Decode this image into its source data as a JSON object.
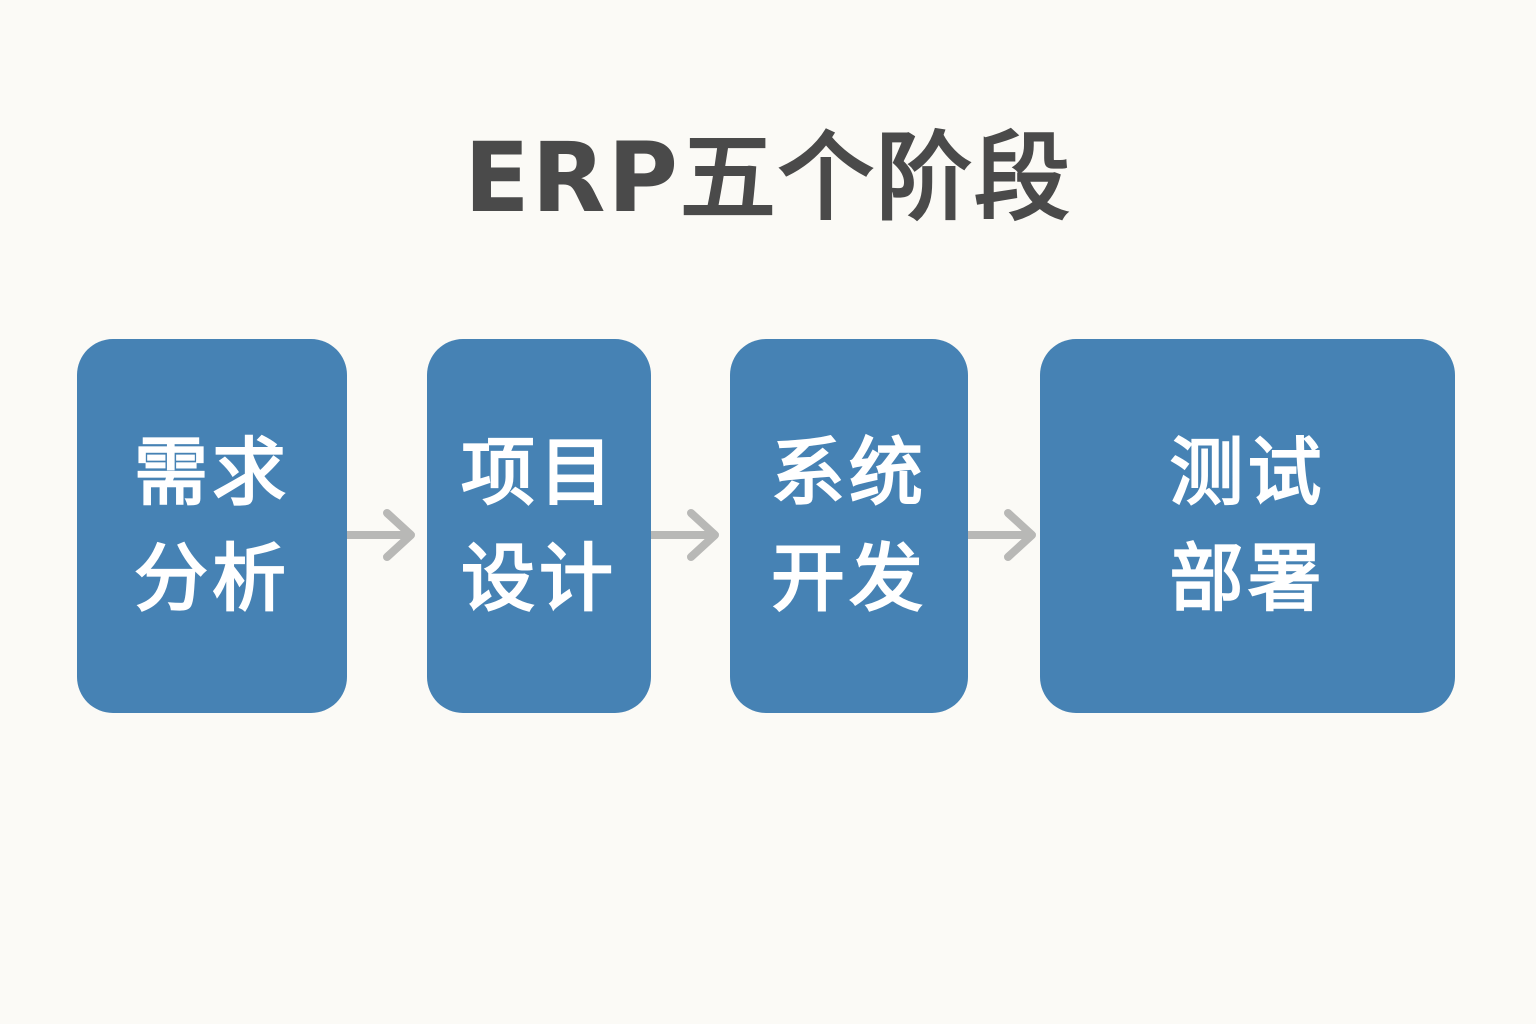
{
  "title": "ERP五个阶段",
  "colors": {
    "background": "#fbfaf6",
    "box": "#4682b4",
    "box_text": "#ffffff",
    "title_text": "#4a4a4a",
    "arrow": "#b8b8b6"
  },
  "stages": [
    {
      "line1": "需求",
      "line2": "分析"
    },
    {
      "line1": "项目",
      "line2": "设计"
    },
    {
      "line1": "系统",
      "line2": "开发"
    },
    {
      "line1": "测试",
      "line2": "部署"
    }
  ],
  "arrows": [
    {
      "from": "需求分析",
      "to": "项目设计",
      "icon": "arrow-right-icon"
    },
    {
      "from": "项目设计",
      "to": "系统开发",
      "icon": "arrow-right-icon"
    },
    {
      "from": "系统开发",
      "to": "测试部署",
      "icon": "arrow-right-icon"
    }
  ]
}
